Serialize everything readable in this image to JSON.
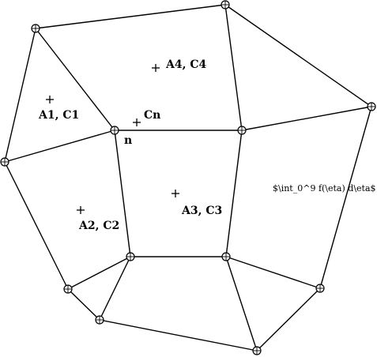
{
  "diagram": {
    "labels": {
      "a1": "A1, C1",
      "a2": "A2, C2",
      "a3": "A3, C3",
      "a4": "A4, C4",
      "cn": "Cn",
      "n": "n",
      "integral": "$\\int_0^9 f(\\eta) d\\eta$"
    }
  }
}
